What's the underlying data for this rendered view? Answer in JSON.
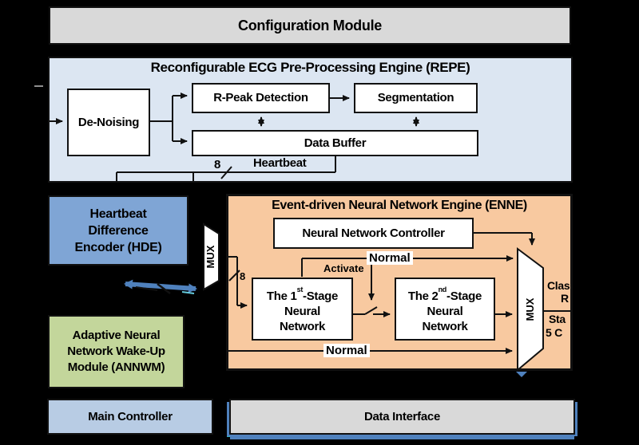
{
  "colors": {
    "background": "#000000",
    "config_fill": "#d9d9d9",
    "repe_fill": "#dce6f2",
    "hde_fill": "#7fa5d5",
    "annwm_fill": "#c3d69b",
    "main_controller_fill": "#b8cce4",
    "enne_fill": "#f8c9a0",
    "data_interface_fill": "#d9d9d9",
    "accent_blue": "#4f81bd"
  },
  "config_module": {
    "label": "Configuration Module"
  },
  "repe": {
    "title": "Reconfigurable ECG Pre-Processing Engine (REPE)",
    "denoising": "De-Noising",
    "rpeak": "R-Peak Detection",
    "segmentation": "Segmentation",
    "data_buffer": "Data Buffer",
    "bus_width": "8",
    "bus_label": "Heartbeat"
  },
  "hde": {
    "line1": "Heartbeat",
    "line2": "Difference",
    "line3": "Encoder (HDE)"
  },
  "mux_input": {
    "label": "MUX"
  },
  "enne": {
    "title": "Event-driven Neural Network Engine (ENNE)",
    "controller": "Neural Network Controller",
    "stage1": {
      "pre": "The 1",
      "sup": "st",
      "post": "-Stage",
      "line2": "Neural",
      "line3": "Network"
    },
    "stage2": {
      "pre": "The 2",
      "sup": "nd",
      "post": "-Stage",
      "line2": "Neural",
      "line3": "Network"
    },
    "normal_top": "Normal",
    "activate": "Activate",
    "normal_bottom": "Normal",
    "bus_width": "8",
    "mux_output": {
      "label": "MUX"
    },
    "output_clipped": {
      "line1": "Clas",
      "line2": "R",
      "line3": "Sta",
      "line4": "5 C"
    }
  },
  "annwm": {
    "line1": "Adaptive Neural",
    "line2": "Network Wake-Up",
    "line3": "Module (ANNWM)"
  },
  "main_controller": {
    "label": "Main Controller"
  },
  "data_interface": {
    "label": "Data Interface"
  }
}
